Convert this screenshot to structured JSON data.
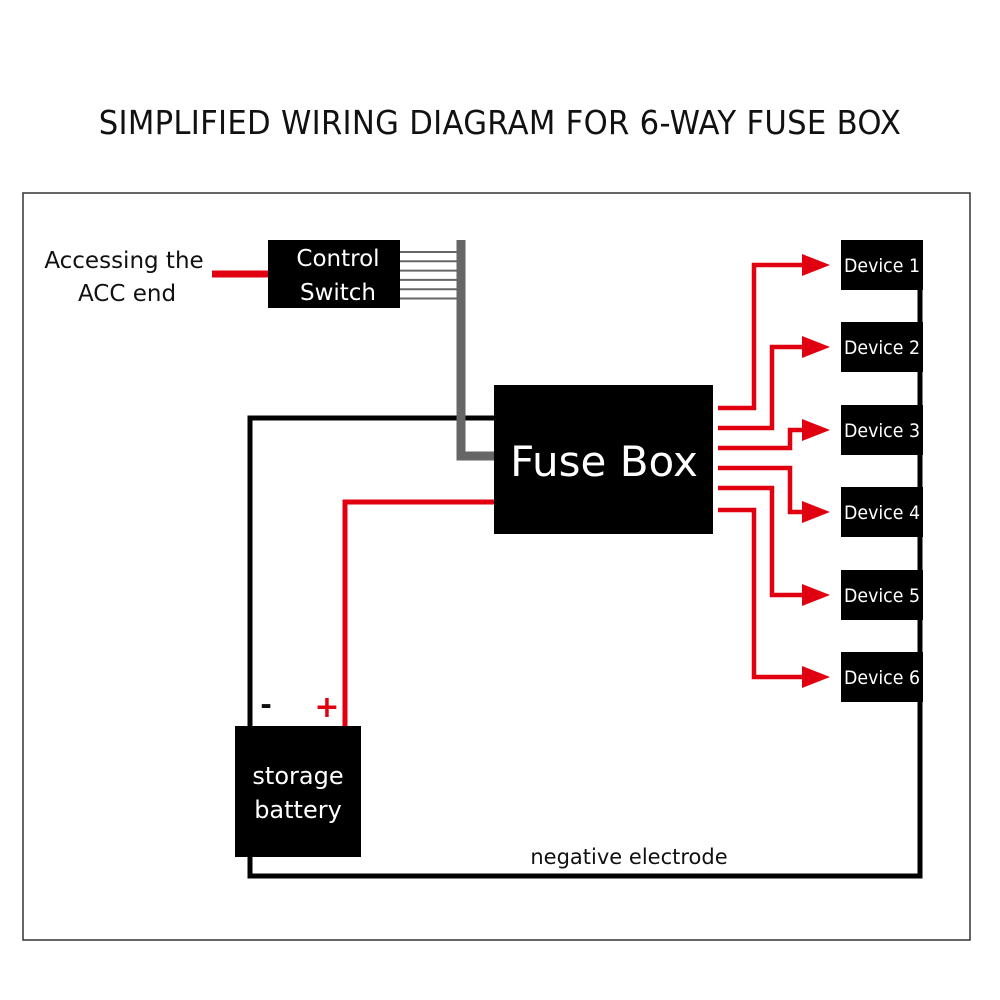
{
  "title": "SIMPLIFIED WIRING DIAGRAM FOR 6-WAY FUSE BOX",
  "colors": {
    "positive_wire": "#e0000f",
    "negative_wire": "#000000",
    "control_wire": "#666666",
    "block_fill": "#000000",
    "block_text": "#ffffff"
  },
  "labels": {
    "acc_line1": "Accessing the",
    "acc_line2": "ACC end",
    "control_line1": "Control",
    "control_line2": "Switch",
    "fuse_box": "Fuse Box",
    "battery_line1": "storage",
    "battery_line2": "battery",
    "minus": "-",
    "plus": "+",
    "negative_electrode": "negative electrode"
  },
  "devices": [
    {
      "label": "Device 1"
    },
    {
      "label": "Device 2"
    },
    {
      "label": "Device 3"
    },
    {
      "label": "Device 4"
    },
    {
      "label": "Device 5"
    },
    {
      "label": "Device 6"
    }
  ]
}
